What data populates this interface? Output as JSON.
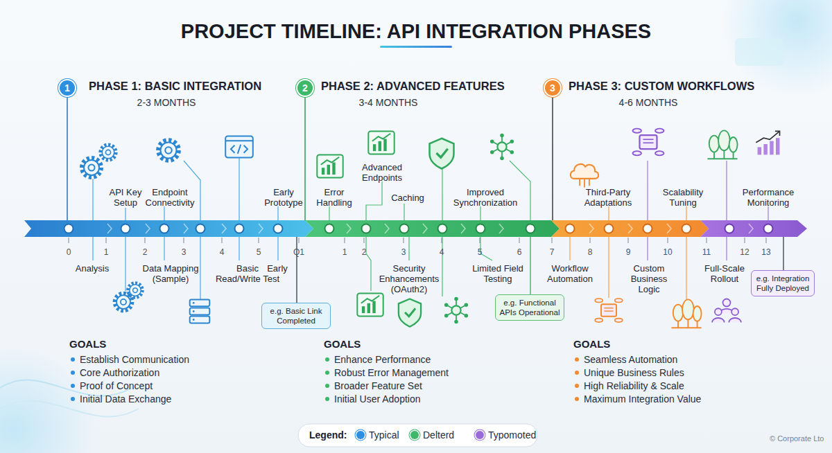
{
  "diagram": {
    "title": "PROJECT TIMELINE: API INTEGRATION PHASES",
    "nodes": [
      {
        "text": [
          "1"
        ]
      },
      {
        "text": [
          "2"
        ]
      },
      {
        "text": [
          "3"
        ]
      },
      {
        "text": [
          "e.g. Basic Link Completed"
        ]
      },
      {
        "text": [
          "e.g. Functional APIs Operational"
        ]
      },
      {
        "text": [
          "e.g. Integration Fully Deployed"
        ]
      }
    ],
    "labels": [
      "PHASE 1: BASIC INTEGRATION",
      "2-3 MONTHS",
      "PHASE 2: ADVANCED FEATURES",
      "3-4 MONTHS",
      "PHASE 3: CUSTOM WORKFLOWS",
      "4-6 MONTHS",
      "API Key Setup",
      "Endpoint Connectivity",
      "Early Prototype",
      "Error Handling",
      "Advanced Endpoints",
      "Caching",
      "Improved Synchronization",
      "Third-Party Adaptations",
      "Scalability Tuning",
      "Performance Monitoring",
      "0",
      "1",
      "2",
      "3",
      "4",
      "5",
      "Q1",
      "1",
      "2",
      "3",
      "4",
      "5",
      "6",
      "7",
      "8",
      "9",
      "10",
      "11",
      "12",
      "13",
      "Analysis",
      "Data Mapping (Sample)",
      "Basic Read/Write Test",
      "Early",
      "Security Enhancements (OAuth2)",
      "Limited Field Testing",
      "Workflow Automation",
      "Custom Business Logic",
      "Full-Scale Rollout",
      "GOALS",
      "Establish Communication",
      "Core Authorization",
      "Proof of Concept",
      "Initial Data Exchange",
      "GOALS",
      "Enhance Performance",
      "Robust Error Management",
      "Broader Feature Set",
      "Initial User Adoption",
      "GOALS",
      "Seamless Automation",
      "Unique Business Rules",
      "High Reliability & Scale",
      "Maximum Integration Value",
      "Legend:",
      "© Corporate Lto"
    ],
    "legend": [
      {
        "text": "Typical",
        "color": "#2d8fe0"
      },
      {
        "text": "Delterd",
        "color": "#3cb868"
      },
      {
        "text": "Typomoted",
        "color": "#9a6ad8"
      }
    ]
  }
}
